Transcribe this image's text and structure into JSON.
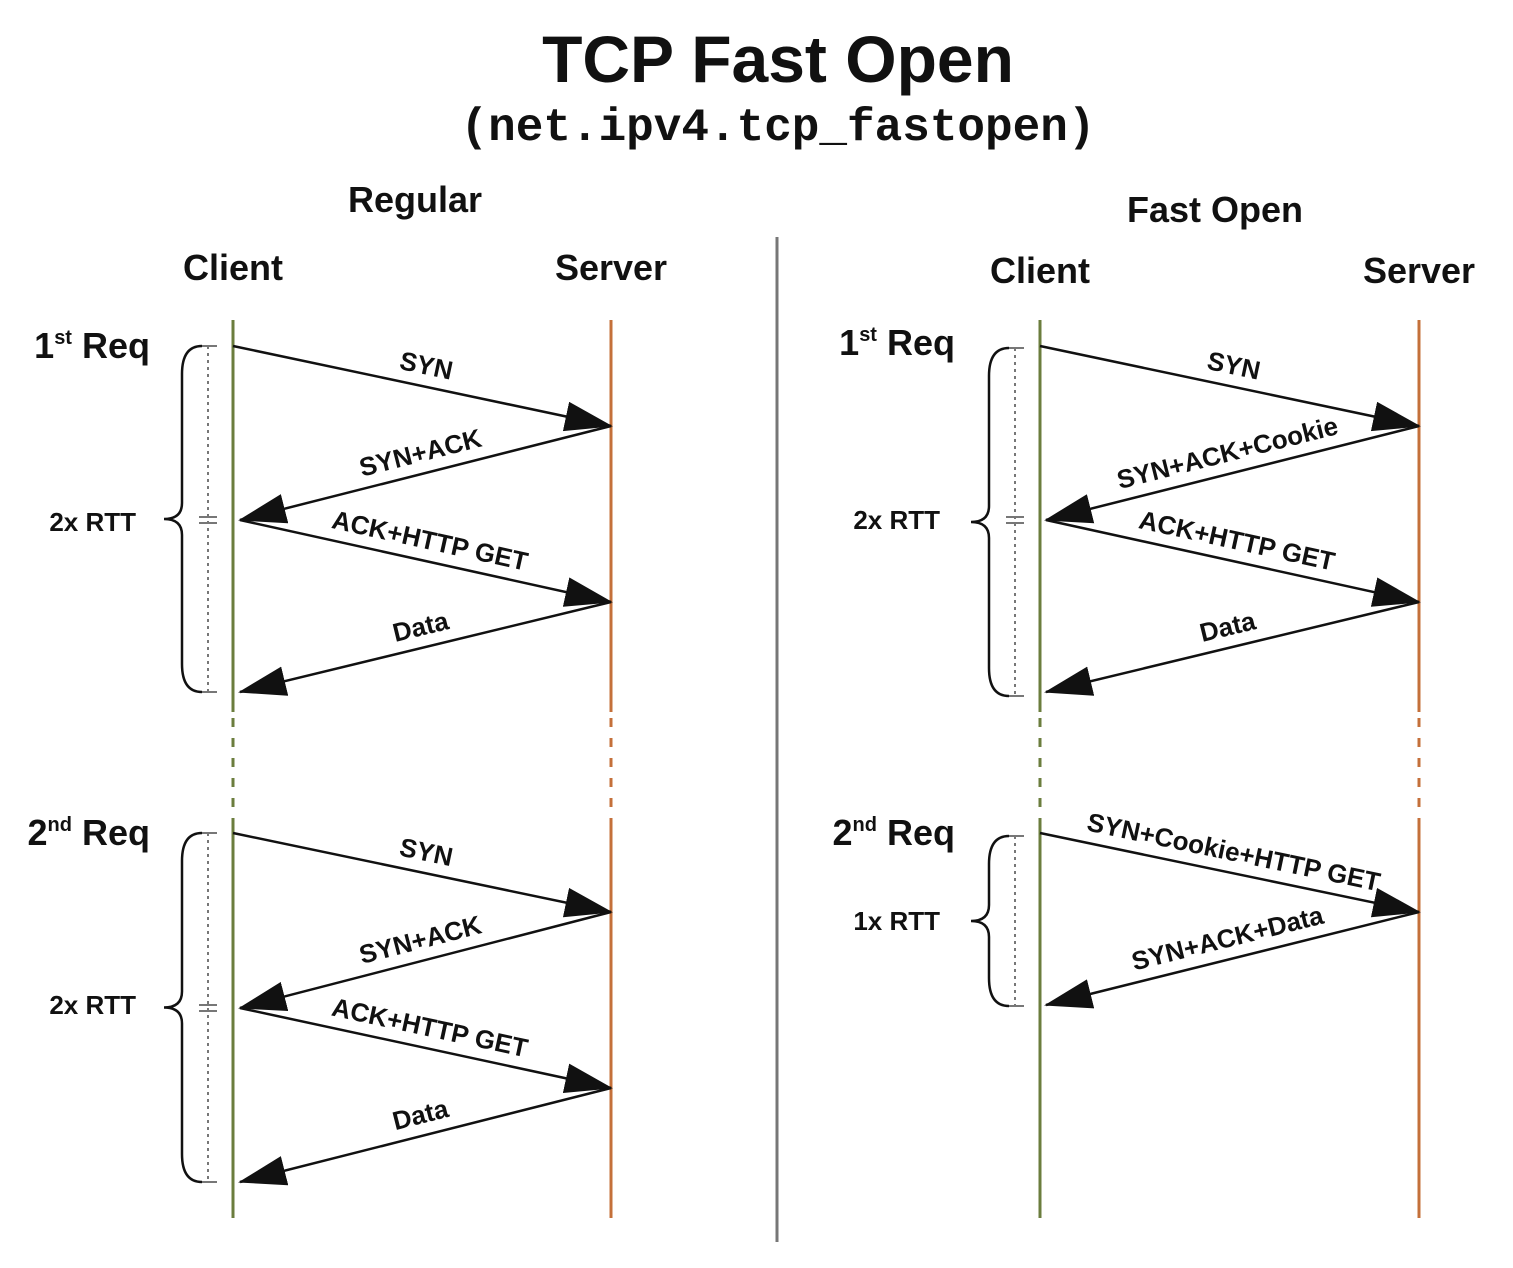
{
  "title": "TCP Fast Open",
  "subtitle": "(net.ipv4.tcp_fastopen)",
  "panels": [
    {
      "name": "Regular",
      "client_label": "Client",
      "server_label": "Server",
      "requests": [
        {
          "label": "1",
          "label_sup": "st",
          "label_suffix": " Req",
          "rtt": "2x RTT",
          "messages": [
            "SYN",
            "SYN+ACK",
            "ACK+HTTP GET",
            "Data"
          ]
        },
        {
          "label": "2",
          "label_sup": "nd",
          "label_suffix": " Req",
          "rtt": "2x RTT",
          "messages": [
            "SYN",
            "SYN+ACK",
            "ACK+HTTP GET",
            "Data"
          ]
        }
      ]
    },
    {
      "name": "Fast Open",
      "client_label": "Client",
      "server_label": "Server",
      "requests": [
        {
          "label": "1",
          "label_sup": "st",
          "label_suffix": " Req",
          "rtt": "2x RTT",
          "messages": [
            "SYN",
            "SYN+ACK+Cookie",
            "ACK+HTTP GET",
            "Data"
          ]
        },
        {
          "label": "2",
          "label_sup": "nd",
          "label_suffix": " Req",
          "rtt": "1x RTT",
          "messages": [
            "SYN+Cookie+HTTP GET",
            "SYN+ACK+Data"
          ]
        }
      ]
    }
  ]
}
